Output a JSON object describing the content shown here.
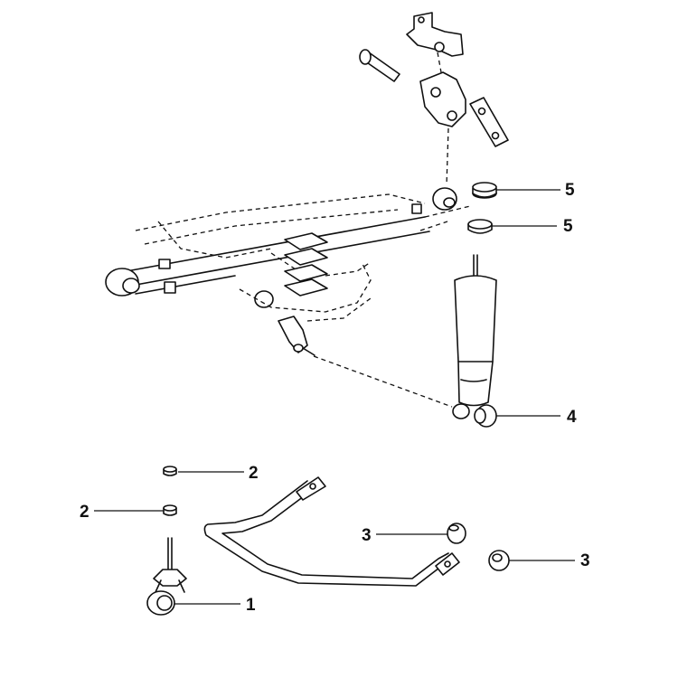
{
  "callouts": {
    "bushing_1": "1",
    "bushing_2_upper": "2",
    "bushing_2_lower": "2",
    "bushing_3_left": "3",
    "bushing_3_right": "3",
    "bushing_4": "4",
    "bushing_5_upper": "5",
    "bushing_5_lower": "5"
  },
  "colors": {
    "line": "#111111",
    "background": "#ffffff"
  }
}
